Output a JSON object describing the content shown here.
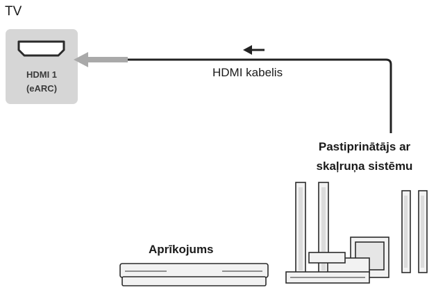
{
  "tv": {
    "label": "TV",
    "port_name": "HDMI 1",
    "port_sub": "(eARC)"
  },
  "cable": {
    "label": "HDMI kabelis",
    "direction": "toward-tv"
  },
  "amplifier": {
    "label_line1": "Pastiprinātājs ar",
    "label_line2": "skaļruņa sistēmu"
  },
  "equipment": {
    "label": "Aprīkojums"
  },
  "colors": {
    "text": "#1a1a1a",
    "port_box": "#d6d6d6",
    "cable": "#222222",
    "cable_arrow": "#a9a9a9",
    "device_fill": "#f2f2f2",
    "device_stroke": "#2a2a2a"
  },
  "icons": {
    "tv_port": "hdmi-port-icon",
    "connector_arrow": "arrow-left-icon",
    "flow_arrow": "arrow-left-icon",
    "amplifier": "home-theater-speaker-system-icon",
    "equipment": "set-top-box-icon"
  }
}
